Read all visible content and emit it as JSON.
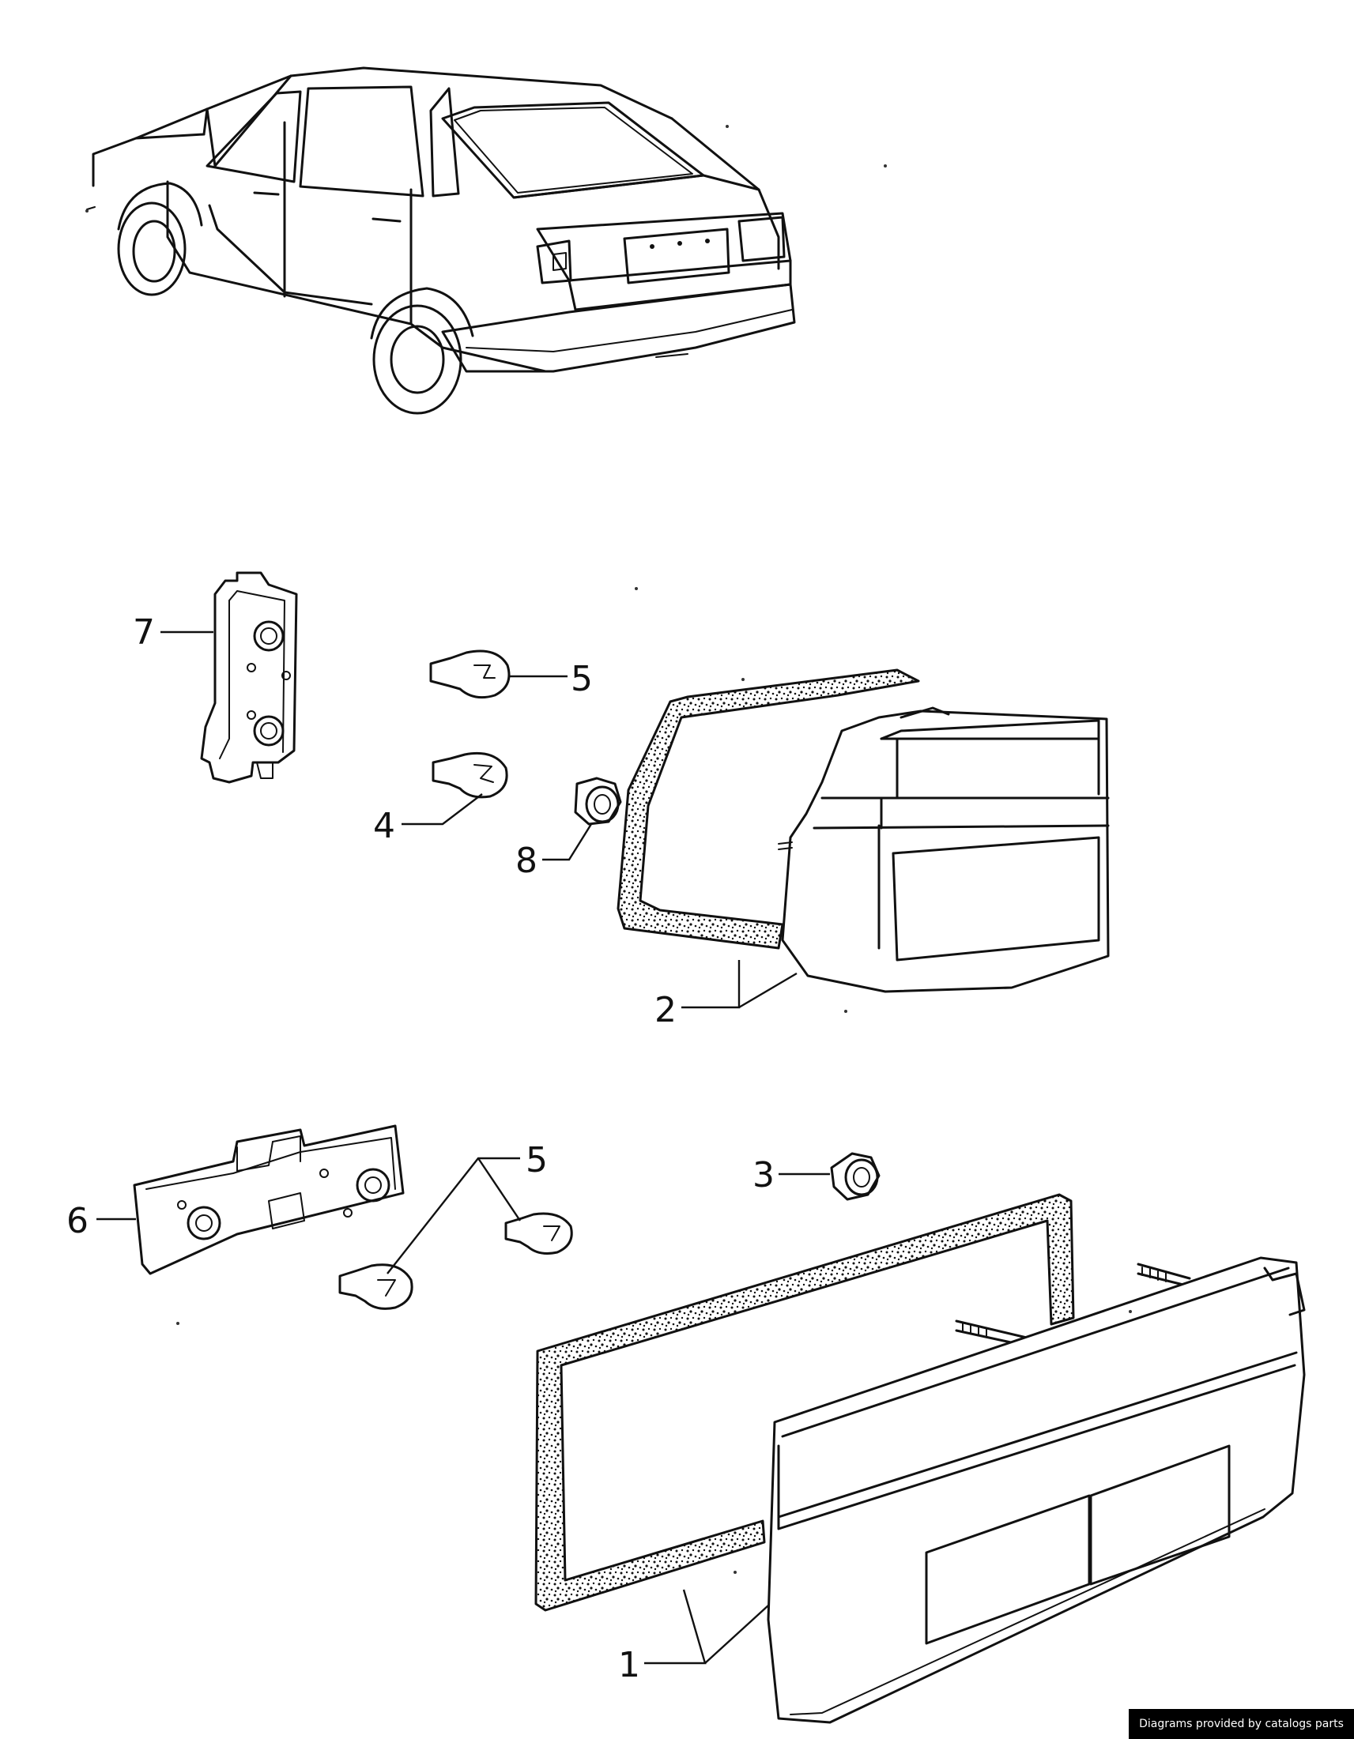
{
  "callouts": {
    "c1": "1",
    "c2": "2",
    "c3": "3",
    "c4": "4",
    "c5a": "5",
    "c5b": "5",
    "c6": "6",
    "c7": "7",
    "c8": "8"
  },
  "credit": "Diagrams provided by catalogs parts"
}
